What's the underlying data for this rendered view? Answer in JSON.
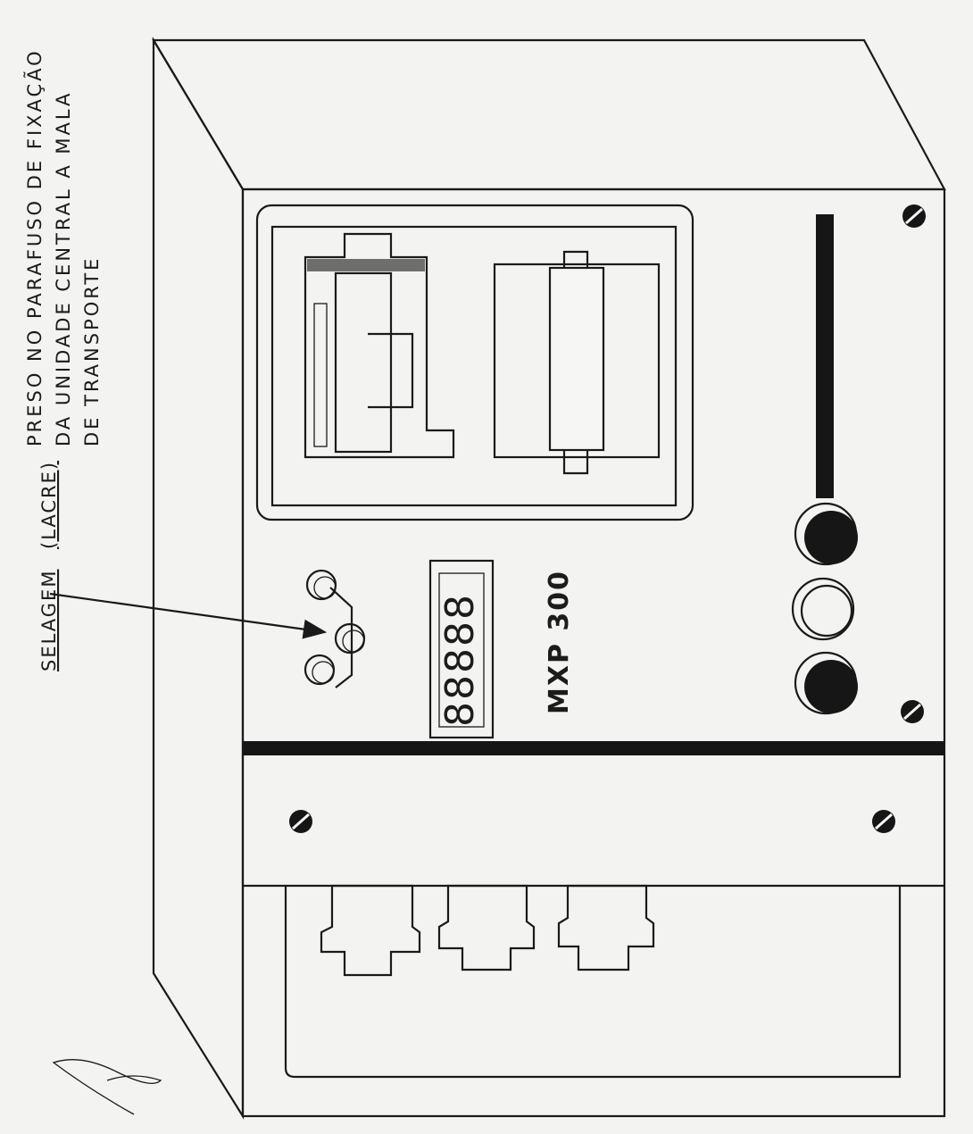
{
  "annotations": {
    "note_line_1": "PRESO NO PARAFUSO DE FIXAÇÃO",
    "note_line_2": "DA UNIDADE CENTRAL A MALA",
    "note_line_3": "DE TRANSPORTE",
    "seal_label": "SELAGEM",
    "seal_label_paren": "(LACRE)"
  },
  "device": {
    "model": "MXP 300",
    "display_digits": "88888"
  },
  "colors": {
    "ink": "#1a1a1a",
    "paper": "#f3f3f1",
    "knob_dark": "#161616"
  },
  "icons": [
    "screw-icon",
    "knob-icon",
    "seal-ring-icon",
    "paper-roll-icon",
    "arrow-icon"
  ]
}
